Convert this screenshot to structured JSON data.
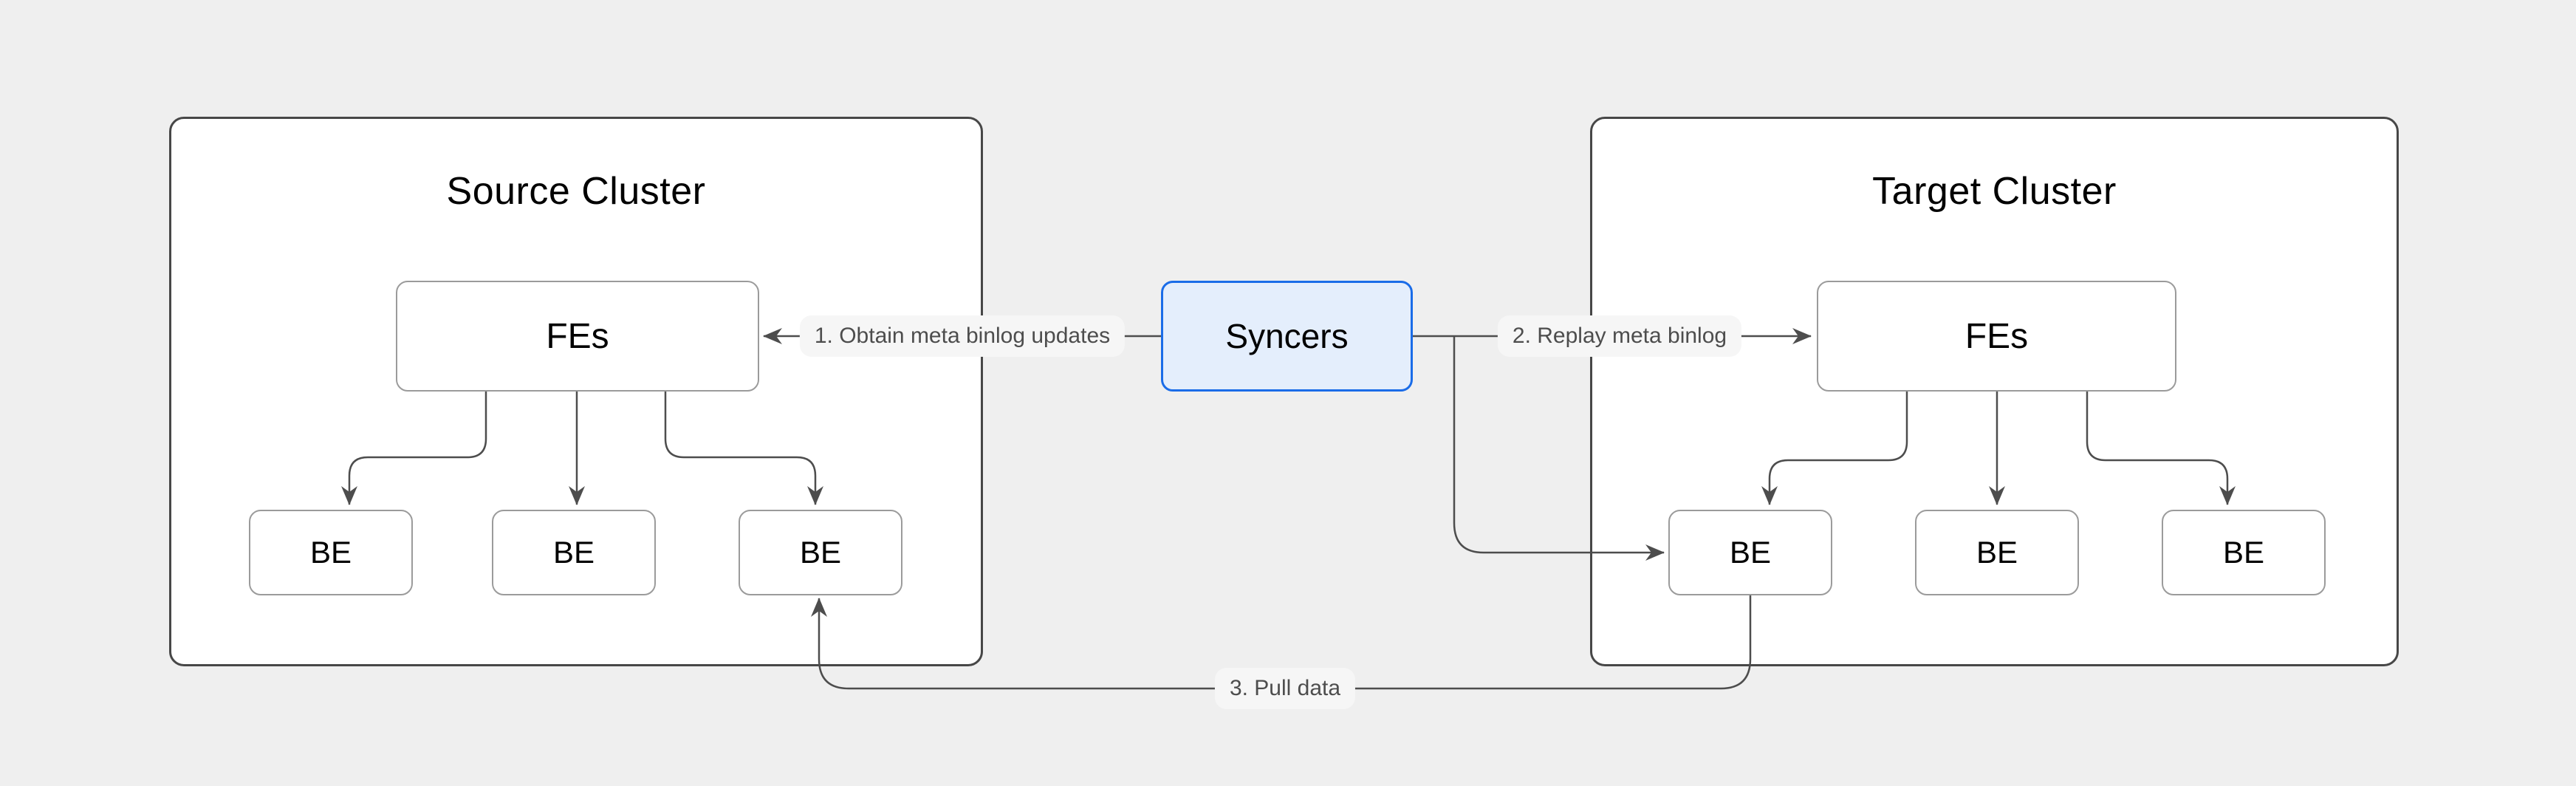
{
  "diagram": {
    "kind": "architecture-diagram",
    "colors": {
      "background": "#efefef",
      "cluster_fill": "#ffffff",
      "cluster_border": "#474747",
      "node_fill": "#ffffff",
      "node_border": "#9b9b9b",
      "edge": "#4d4d4d",
      "syncers_fill": "#e4eefc",
      "syncers_border": "#1a6ce8",
      "edge_label_text": "#4d4d4d",
      "edge_label_bg": "#f6f6f6"
    }
  },
  "clusters": {
    "source": {
      "title": "Source Cluster",
      "fe": "FEs",
      "bes": [
        "BE",
        "BE",
        "BE"
      ]
    },
    "target": {
      "title": "Target Cluster",
      "fe": "FEs",
      "bes": [
        "BE",
        "BE",
        "BE"
      ]
    }
  },
  "syncers": {
    "label": "Syncers"
  },
  "edge_labels": {
    "obtain": "1. Obtain meta binlog updates",
    "replay": "2. Replay meta binlog",
    "pull": "3. Pull data"
  }
}
